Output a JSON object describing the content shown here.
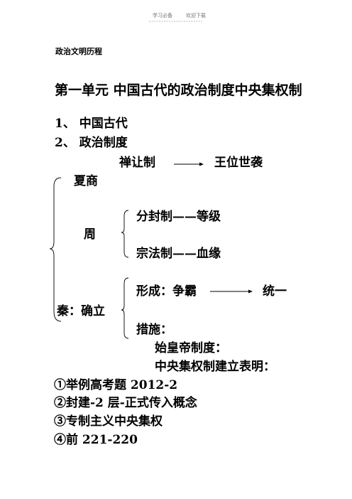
{
  "header": {
    "left": "学习必备",
    "right": "欢迎下载"
  },
  "doc": {
    "small_title": "政治文明历程",
    "unit_title": "第一单元  中国古代的政治制度中央集权制",
    "items": [
      "1、  中国古代",
      "2、  政治制度"
    ],
    "flow": {
      "from": "禅让制",
      "to": "王位世袭"
    },
    "dynasties": {
      "xiashang": "夏商",
      "zhou": "周",
      "zhou_items": [
        "分封制——等级",
        "宗法制——血缘"
      ],
      "qin": "秦：确立",
      "qin_form": {
        "label": "形成：争霸",
        "to": "统一"
      },
      "qin_measures": "措施：",
      "qin_sub": [
        "始皇帝制度：",
        "中央集权制建立表明："
      ]
    },
    "notes": [
      "①举例高考题 2012-2",
      "②封建-2 层-正式传入概念",
      "③专制主义中央集权",
      "④前 221-220"
    ]
  }
}
